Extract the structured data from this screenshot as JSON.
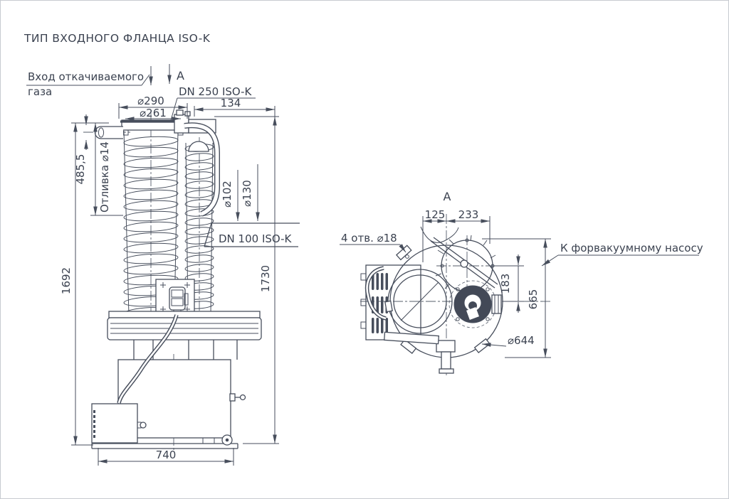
{
  "drawing": {
    "title": "ТИП ВХОДНОГО ФЛАНЦА ISO-K",
    "colors": {
      "line": "#474e5c",
      "text": "#3b4250",
      "background": "#ffffff"
    },
    "front_view": {
      "inlet_label_line1": "Вход откачиваемого",
      "inlet_label_line2": "газа",
      "section_arrow_label": "A",
      "inlet_flange_type": "DN 250 ISO-K",
      "flange_od": "⌀290",
      "flange_seal_d": "⌀261",
      "dim_top_offset": "134",
      "casting_label": "Отливка ⌀14",
      "dim_inlet_height": "485,5",
      "foreline_d_inner": "⌀102",
      "foreline_d_outer": "⌀130",
      "foreline_flange_type": "DN 100 ISO-K",
      "dim_body_height": "1692",
      "dim_total_height": "1730",
      "dim_base_width": "740"
    },
    "top_view": {
      "view_label": "A",
      "dim_offset_left": "125",
      "dim_offset_right": "233",
      "holes_label": "4 отв. ⌀18",
      "foreline_note": "К форвакуумному насосу",
      "dim_port_offset": "183",
      "dim_overall_depth": "665",
      "body_diameter": "⌀644"
    }
  }
}
